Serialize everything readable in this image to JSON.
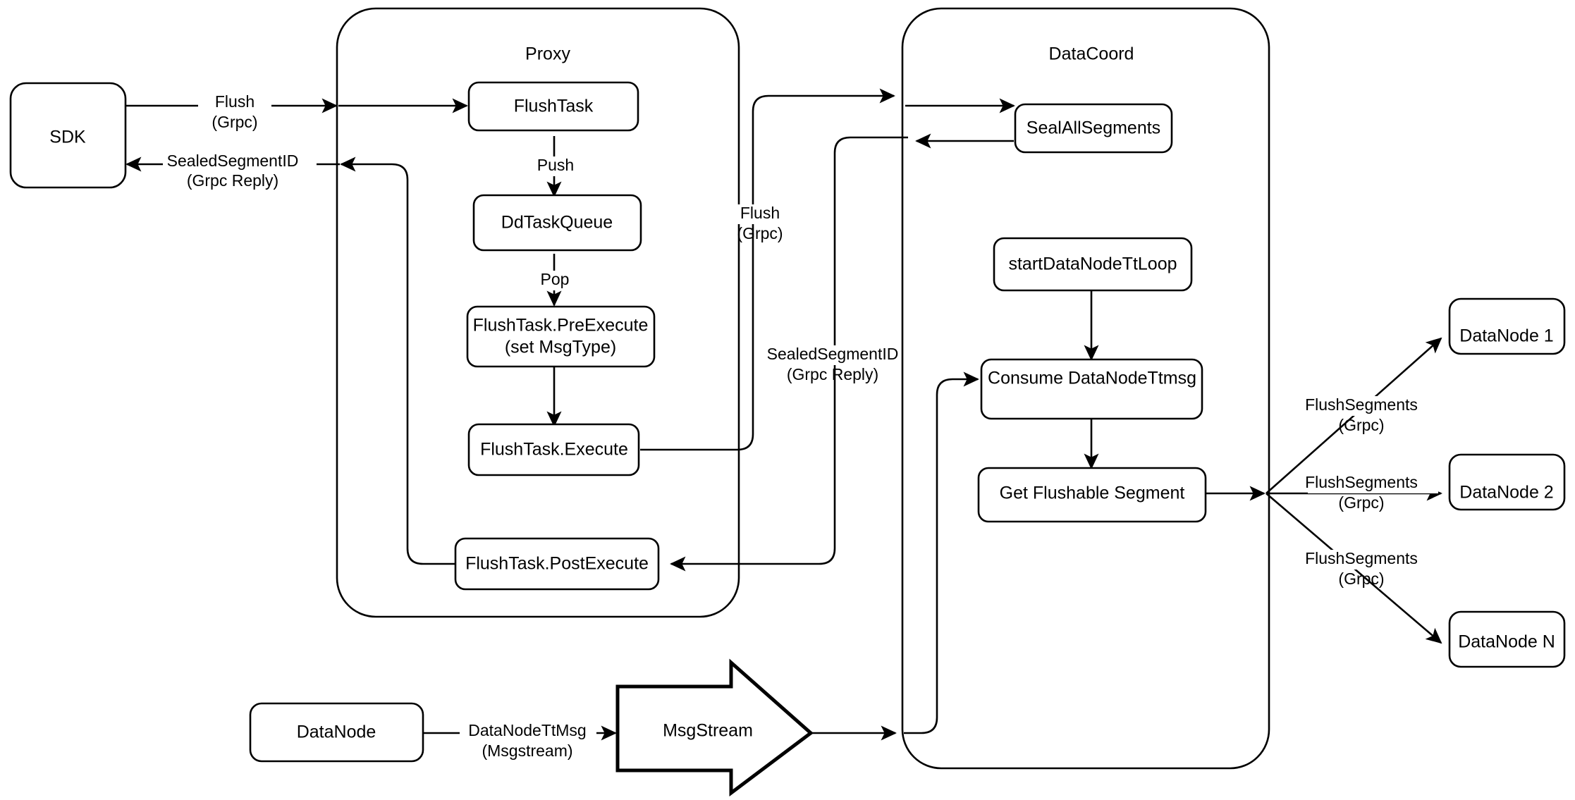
{
  "diagram": {
    "title": "Milvus Flush Flow",
    "background_color": "#ffffff",
    "stroke_color": "#000000"
  },
  "containers": [
    {
      "id": "proxy",
      "label": "Proxy"
    },
    {
      "id": "datacoord",
      "label": "DataCoord"
    }
  ],
  "nodes": {
    "sdk": {
      "label": "SDK"
    },
    "flush_task": {
      "label": "FlushTask"
    },
    "dd_task_queue": {
      "label": "DdTaskQueue"
    },
    "pre_execute_line1": {
      "label": "FlushTask.PreExecute"
    },
    "pre_execute_line2": {
      "label": "(set MsgType)"
    },
    "execute": {
      "label": "FlushTask.Execute"
    },
    "post_execute": {
      "label": "FlushTask.PostExecute"
    },
    "seal_all_segments": {
      "label": "SealAllSegments"
    },
    "start_ttloop": {
      "label": "startDataNodeTtLoop"
    },
    "consume_ttmsg": {
      "label": "Consume DataNodeTtmsg"
    },
    "get_flushable": {
      "label": "Get Flushable Segment"
    },
    "datanode_1": {
      "label": "DataNode 1"
    },
    "datanode_2": {
      "label": "DataNode 2"
    },
    "datanode_n": {
      "label": "DataNode N"
    },
    "datanode_src": {
      "label": "DataNode"
    },
    "msgstream": {
      "label": "MsgStream"
    }
  },
  "edge_labels": {
    "sdk_flush_l1": "Flush",
    "sdk_flush_l2": "(Grpc)",
    "sdk_reply_l1": "SealedSegmentID",
    "sdk_reply_l2": "(Grpc Reply)",
    "push": "Push",
    "pop": "Pop",
    "proxy_flush_l1": "Flush",
    "proxy_flush_l2": "(Grpc)",
    "proxy_reply_l1": "SealedSegmentID",
    "proxy_reply_l2": "(Grpc Reply)",
    "flushseg1_l1": "FlushSegments",
    "flushseg1_l2": "(Grpc)",
    "flushseg2_l1": "FlushSegments",
    "flushseg2_l2": "(Grpc)",
    "flushseg3_l1": "FlushSegments",
    "flushseg3_l2": "(Grpc)",
    "ttmsg_l1": "DataNodeTtMsg",
    "ttmsg_l2": "(Msgstream)"
  }
}
